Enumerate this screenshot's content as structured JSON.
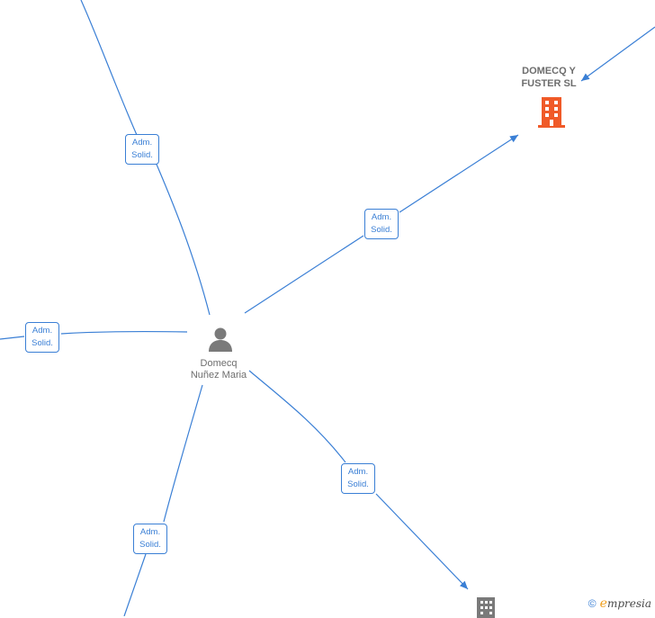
{
  "person": {
    "name_line1": "Domecq",
    "name_line2": "Nuñez Maria",
    "icon": "person-icon"
  },
  "company_main": {
    "name_line1": "DOMECQ Y",
    "name_line2": "FUSTER  SL",
    "icon": "building-icon",
    "color": "#f05a28"
  },
  "company_bottom": {
    "icon": "building-icon",
    "color": "#7a7a7a"
  },
  "relations": [
    {
      "line1": "Adm.",
      "line2": "Solid."
    },
    {
      "line1": "Adm.",
      "line2": "Solid."
    },
    {
      "line1": "Adm.",
      "line2": "Solid."
    },
    {
      "line1": "Adm.",
      "line2": "Solid."
    },
    {
      "line1": "Adm.",
      "line2": "Solid."
    }
  ],
  "footer": {
    "copyright_symbol": "©",
    "brand_initial": "e",
    "brand_rest": "mpresia"
  },
  "colors": {
    "edge": "#3a7fd5",
    "label_text": "#6d6d6d"
  }
}
